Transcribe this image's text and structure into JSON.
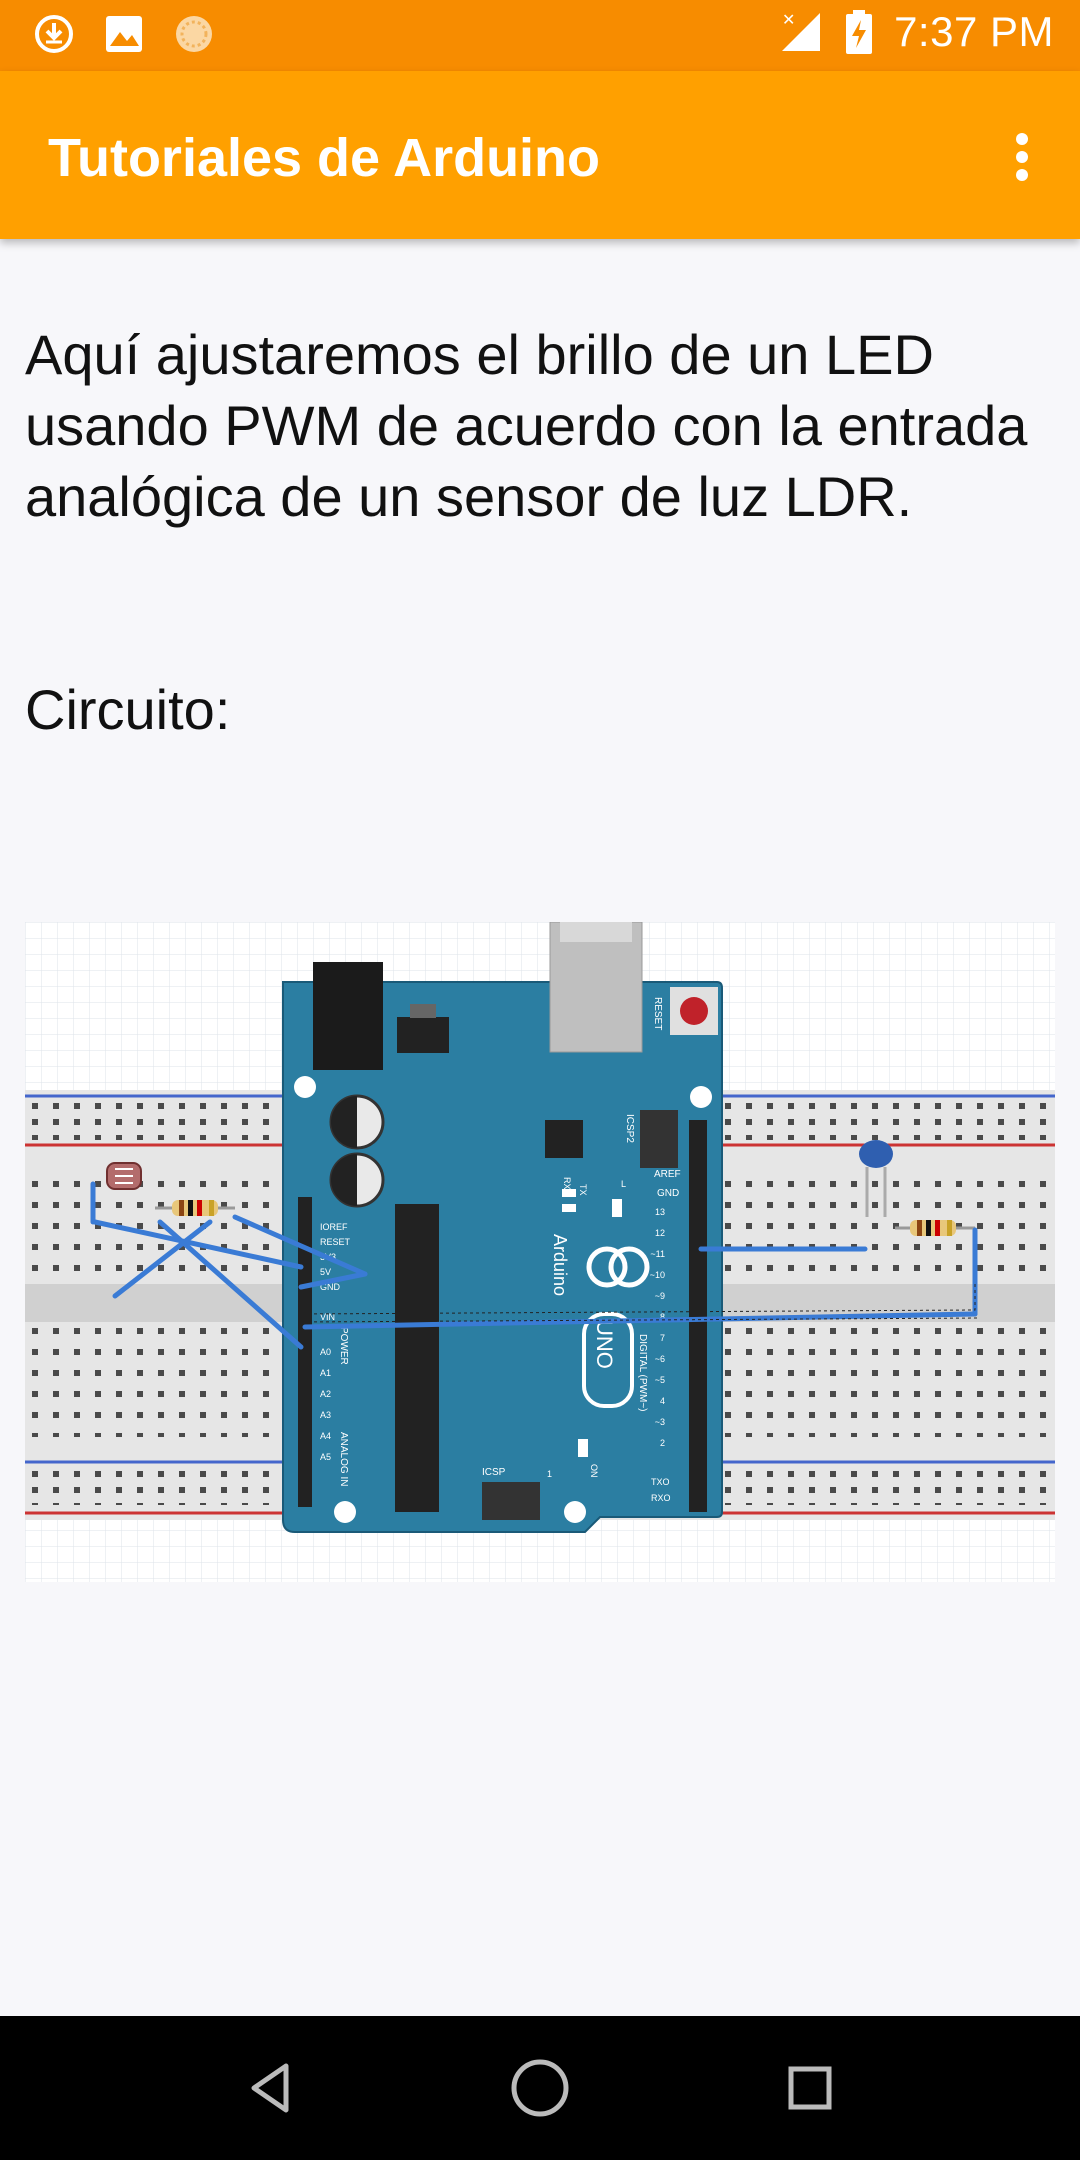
{
  "status_bar": {
    "time": "7:37 PM",
    "left_icons": [
      "download-icon",
      "image-icon",
      "app-notification-icon"
    ],
    "right_icons": [
      "signal-no-data-icon",
      "battery-charging-icon"
    ]
  },
  "app_bar": {
    "title": "Tutoriales de Arduino",
    "overflow_icon": "more-vert-icon"
  },
  "content": {
    "intro": "Aquí ajustaremos el brillo de un LED usando PWM de acuerdo con la entrada analógica de un sensor de luz LDR.",
    "circuit_label": "Circuito:"
  },
  "figure": {
    "board_labels": {
      "reset": "RESET",
      "icsp2": "ICSP2",
      "icsp": "ICSP",
      "aref": "AREF",
      "gnd": "GND",
      "brand": "Arduino",
      "model": "UNO",
      "digital": "DIGITAL (PWM~)",
      "analog": "ANALOG IN",
      "power": "POWER",
      "ioref": "IOREF",
      "reset_pin": "RESET",
      "v33": "3V3",
      "v5": "5V",
      "gnd_pin": "GND",
      "vin": "VIN",
      "tx": "TX",
      "rx": "RX",
      "l": "L",
      "on": "ON",
      "txo": "TXO",
      "rxo": "RXO",
      "one": "1"
    },
    "analog_pins": [
      "A0",
      "A1",
      "A2",
      "A3",
      "A4",
      "A5"
    ],
    "digital_pins": [
      "13",
      "12",
      "~11",
      "~10",
      "~9",
      "8",
      "7",
      "~6",
      "~5",
      "4",
      "~3",
      "2"
    ],
    "colors": {
      "board": "#2b7ea2",
      "wire": "#3a7bd5",
      "breadboard": "#e8e8e8"
    }
  },
  "nav_bar": {
    "back_icon": "back-triangle-icon",
    "home_icon": "home-circle-icon",
    "recents_icon": "recents-square-icon"
  }
}
